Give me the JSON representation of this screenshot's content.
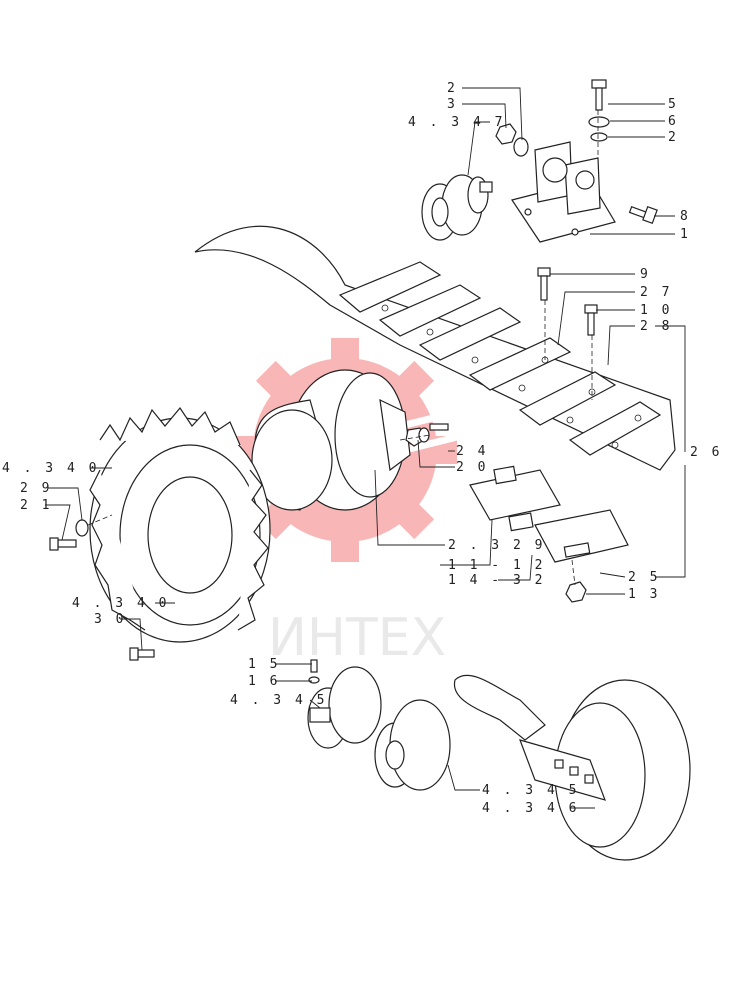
{
  "diagram": {
    "watermark": {
      "text": "ИНТЕХ",
      "color": "#f06060"
    },
    "callouts": [
      {
        "id": "c-2-top",
        "label": "2"
      },
      {
        "id": "c-3",
        "label": "3"
      },
      {
        "id": "c-4347",
        "label": "4 . 3 4 7"
      },
      {
        "id": "c-5",
        "label": "5"
      },
      {
        "id": "c-6",
        "label": "6"
      },
      {
        "id": "c-2-right",
        "label": "2"
      },
      {
        "id": "c-8",
        "label": "8"
      },
      {
        "id": "c-1",
        "label": "1"
      },
      {
        "id": "c-9",
        "label": "9"
      },
      {
        "id": "c-27",
        "label": "2 7"
      },
      {
        "id": "c-10",
        "label": "1 0"
      },
      {
        "id": "c-28",
        "label": "2 8"
      },
      {
        "id": "c-26",
        "label": "2 6"
      },
      {
        "id": "c-24",
        "label": "2 4"
      },
      {
        "id": "c-20",
        "label": "2 0"
      },
      {
        "id": "c-4340a",
        "label": "4 . 3 4 0"
      },
      {
        "id": "c-29",
        "label": "2 9"
      },
      {
        "id": "c-21",
        "label": "2 1"
      },
      {
        "id": "c-2329",
        "label": "2 . 3 2 9"
      },
      {
        "id": "c-1112",
        "label": "1 1 - 1 2"
      },
      {
        "id": "c-1432",
        "label": "1 4 - 3 2"
      },
      {
        "id": "c-25",
        "label": "2 5"
      },
      {
        "id": "c-13",
        "label": "1 3"
      },
      {
        "id": "c-4340b",
        "label": "4 . 3 4 0"
      },
      {
        "id": "c-30",
        "label": "3 0"
      },
      {
        "id": "c-15",
        "label": "1 5"
      },
      {
        "id": "c-16",
        "label": "1 6"
      },
      {
        "id": "c-4345a",
        "label": "4 . 3 4 5"
      },
      {
        "id": "c-4345b",
        "label": "4 . 3 4 5"
      },
      {
        "id": "c-4346",
        "label": "4 . 3 4 6"
      }
    ]
  }
}
